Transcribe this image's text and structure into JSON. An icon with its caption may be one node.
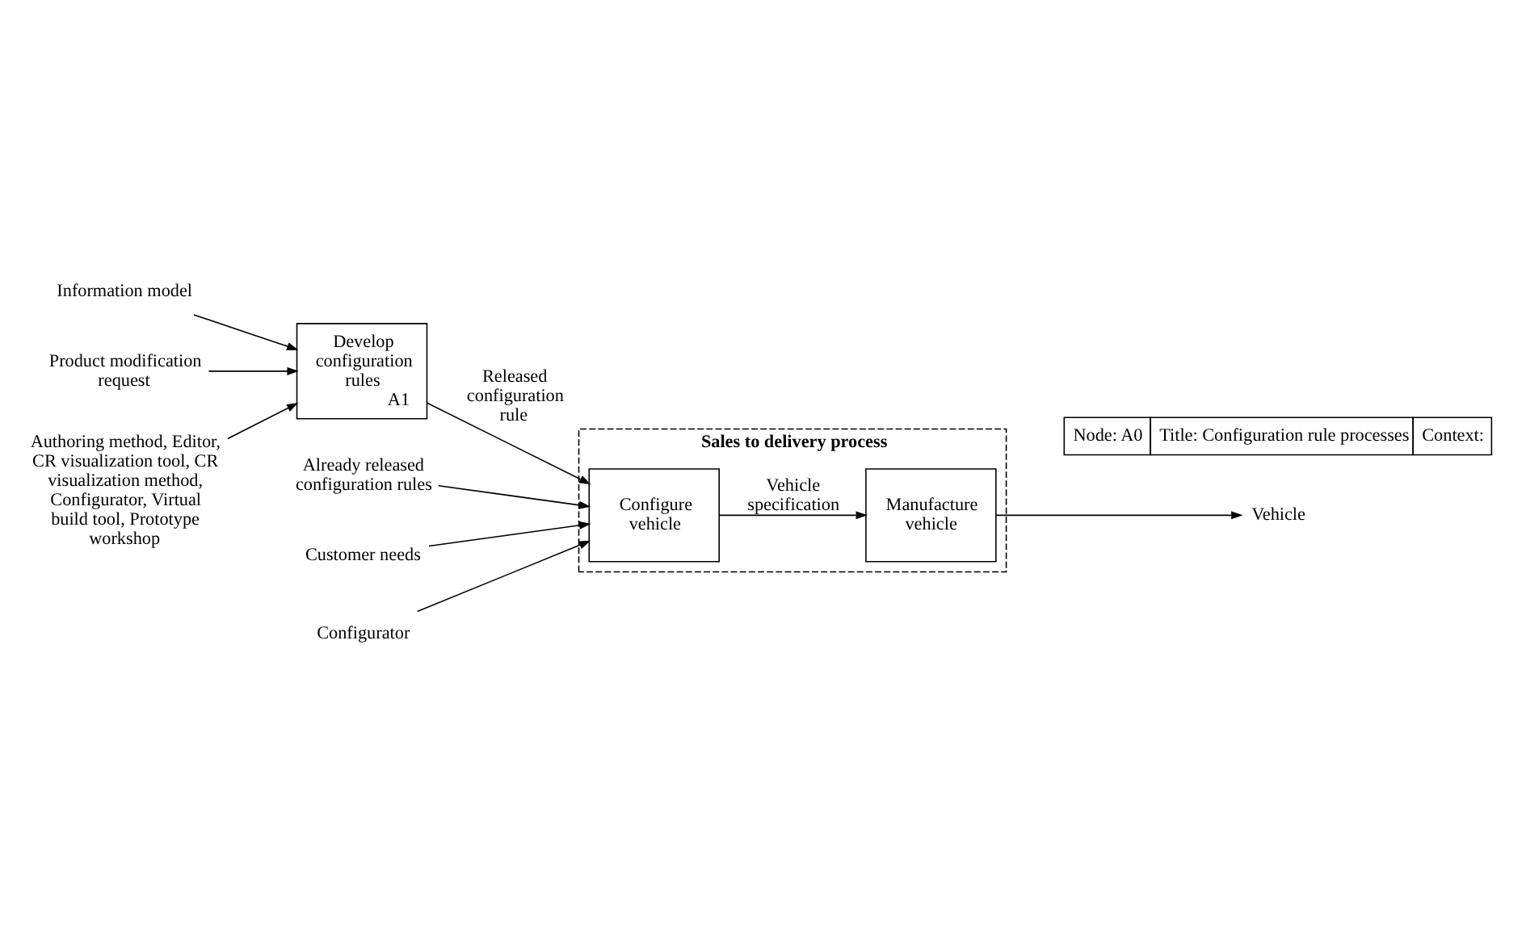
{
  "diagram": {
    "nodes": [
      {
        "text": [
          "Information model"
        ]
      },
      {
        "text": [
          "Already released configuration rules"
        ]
      },
      {
        "text": [
          "Product modification request"
        ]
      },
      {
        "text": [
          "Develop configuration rules",
          "A1"
        ]
      },
      {
        "text": [
          "Sales to delivery process"
        ]
      },
      {
        "text": [
          "Customer needs"
        ]
      },
      {
        "text": [
          "Configure vehicle"
        ],
        "in": 4
      },
      {
        "text": [
          "Manufacture vehicle"
        ],
        "in": 4
      },
      {
        "text": [
          "Vehicle"
        ]
      },
      {
        "text": [
          "Authoring method, Editor, CR visualization tool, CR visualization method, Configurator, Virtual build tool, Prototype workshop"
        ]
      },
      {
        "text": [
          "Configurator"
        ]
      }
    ],
    "edges": [
      {
        "from": 0,
        "to": 3,
        "arrow": "to"
      },
      {
        "from": 2,
        "to": 3,
        "arrow": "to"
      },
      {
        "from": 9,
        "to": 3,
        "arrow": "to"
      },
      {
        "from": 3,
        "to": 6,
        "arrow": "to",
        "label": "Released configuration rule"
      },
      {
        "from": 1,
        "to": 6,
        "arrow": "to"
      },
      {
        "from": 5,
        "to": 6,
        "arrow": "to"
      },
      {
        "from": 10,
        "to": 6,
        "arrow": "to"
      },
      {
        "from": 6,
        "to": 7,
        "arrow": "to",
        "label": "Vehicle specification"
      },
      {
        "from": 7,
        "to": 8,
        "arrow": "to"
      }
    ],
    "labels": [
      "Node: A0",
      "Title: Configuration rule processes",
      "Context:"
    ]
  }
}
